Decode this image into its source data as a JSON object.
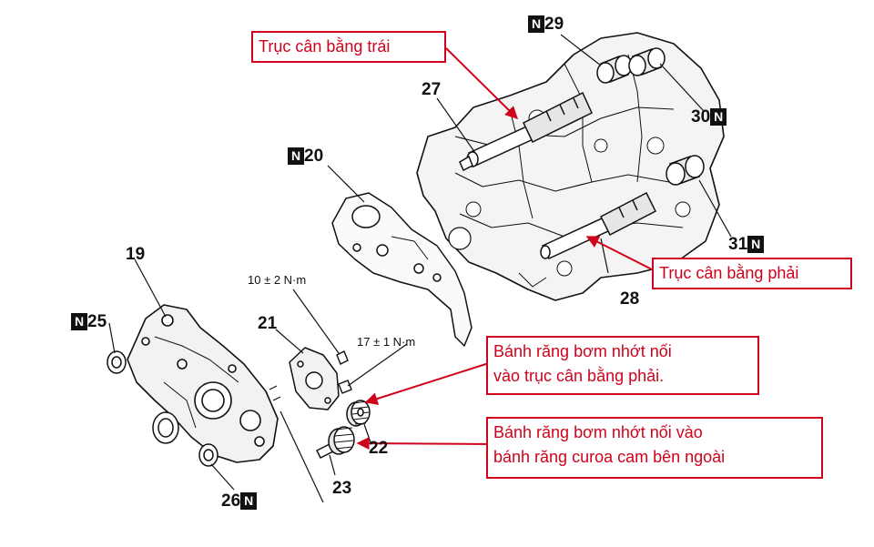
{
  "colors": {
    "annotation": "#d0021b",
    "linework": "#111111"
  },
  "badge_glyph": "N",
  "part_numbers": {
    "p19": "19",
    "p20": "20",
    "p21": "21",
    "p22": "22",
    "p23": "23",
    "p25": "25",
    "p26": "26",
    "p27": "27",
    "p28": "28",
    "p29": "29",
    "p30": "30",
    "p31": "31"
  },
  "torque_specs": {
    "t1": "10 ± 2 N·m",
    "t2": "17 ± 1 N·m"
  },
  "annotations": {
    "left_balance_shaft": "Trục cân bằng trái",
    "right_balance_shaft": "Trục cân bằng phải",
    "oil_pump_gear_right_shaft_l1": "Bánh răng bơm nhớt nối",
    "oil_pump_gear_right_shaft_l2": "vào trục cân bằng phải.",
    "oil_pump_gear_belt_l1": "Bánh răng bơm nhớt nối vào",
    "oil_pump_gear_belt_l2": "bánh răng curoa cam bên ngoài"
  }
}
